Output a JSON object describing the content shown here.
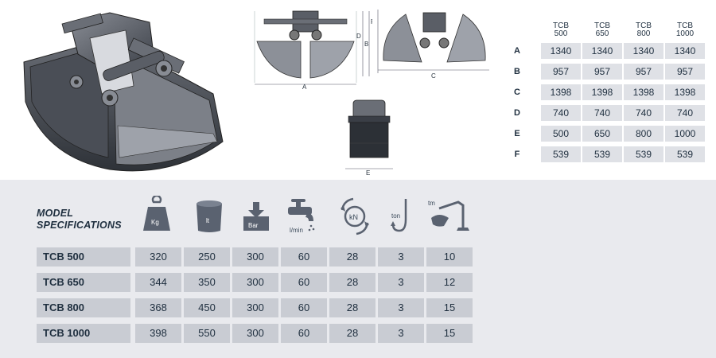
{
  "drawings": {
    "front_view_labels": {
      "a": "A",
      "b": "B",
      "d": "D",
      "f": "F"
    },
    "open_view_labels": {
      "c": "C"
    },
    "side_view_labels": {
      "e": "E"
    }
  },
  "dimensions": {
    "models": [
      "TCB\n500",
      "TCB\n650",
      "TCB\n800",
      "TCB\n1000"
    ],
    "rows": [
      {
        "label": "A",
        "values": [
          "1340",
          "1340",
          "1340",
          "1340"
        ]
      },
      {
        "label": "B",
        "values": [
          "957",
          "957",
          "957",
          "957"
        ]
      },
      {
        "label": "C",
        "values": [
          "1398",
          "1398",
          "1398",
          "1398"
        ]
      },
      {
        "label": "D",
        "values": [
          "740",
          "740",
          "740",
          "740"
        ]
      },
      {
        "label": "E",
        "values": [
          "500",
          "650",
          "800",
          "1000"
        ]
      },
      {
        "label": "F",
        "values": [
          "539",
          "539",
          "539",
          "539"
        ]
      }
    ]
  },
  "specifications": {
    "title": "MODEL\nSPECIFICATIONS",
    "icons": [
      {
        "name": "weight-icon",
        "text": "Kg"
      },
      {
        "name": "capacity-icon",
        "text": "lt"
      },
      {
        "name": "pressure-icon",
        "text": "Bar"
      },
      {
        "name": "flow-icon",
        "text": "l/min"
      },
      {
        "name": "force-icon",
        "text": "kN"
      },
      {
        "name": "hook-icon",
        "text": "ton"
      },
      {
        "name": "crane-icon",
        "text": "tm"
      }
    ],
    "rows": [
      {
        "model": "TCB 500",
        "values": [
          "320",
          "250",
          "300",
          "60",
          "28",
          "3",
          "10"
        ]
      },
      {
        "model": "TCB 650",
        "values": [
          "344",
          "350",
          "300",
          "60",
          "28",
          "3",
          "12"
        ]
      },
      {
        "model": "TCB 800",
        "values": [
          "368",
          "450",
          "300",
          "60",
          "28",
          "3",
          "15"
        ]
      },
      {
        "model": "TCB 1000",
        "values": [
          "398",
          "550",
          "300",
          "60",
          "28",
          "3",
          "15"
        ]
      }
    ]
  },
  "colors": {
    "panel": "#e9eaee",
    "cell_dark": "#c9ccd3",
    "cell_light": "#dfe1e6",
    "text": "#1f2f3f",
    "steel": "#5a5e66"
  }
}
